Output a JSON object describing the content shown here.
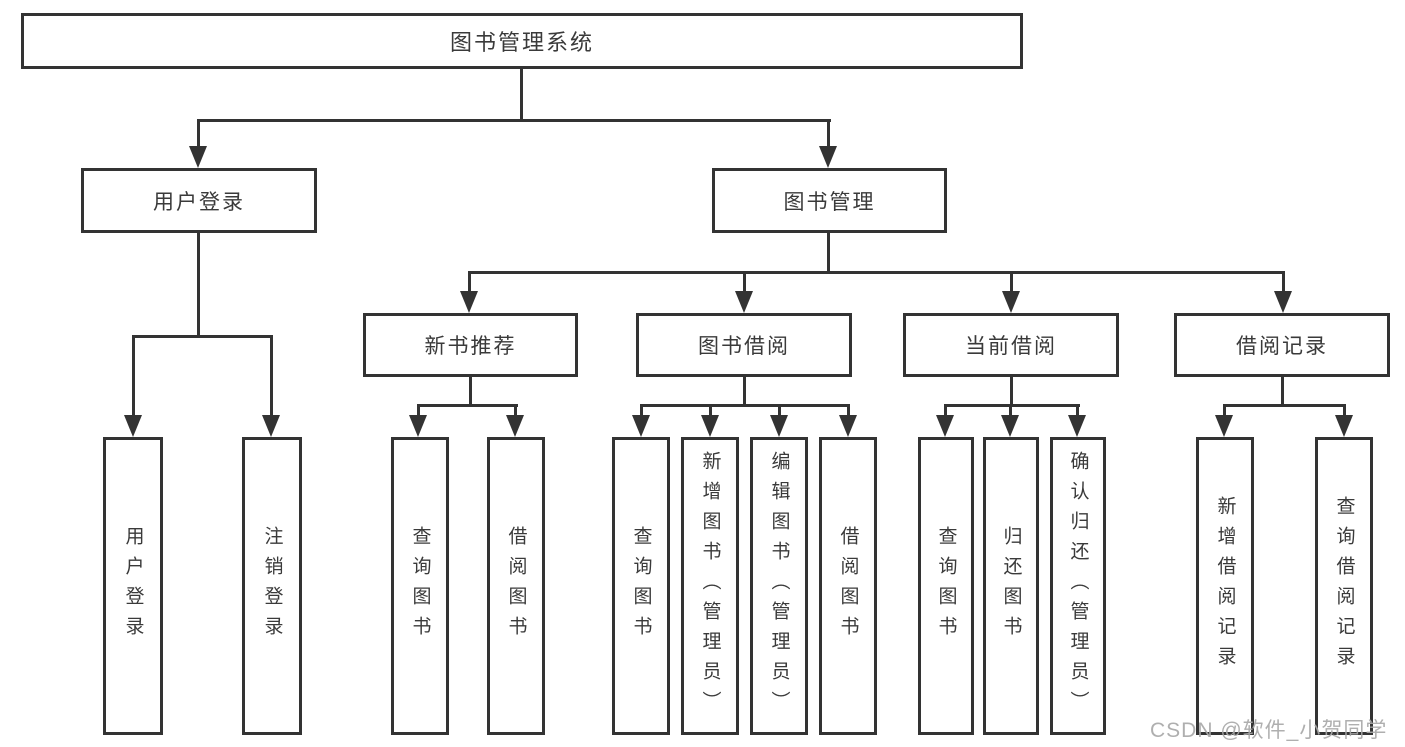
{
  "diagram": {
    "root": {
      "label": "图书管理系统"
    },
    "branches": [
      {
        "label": "用户登录",
        "children": [
          {
            "label": "用户登录"
          },
          {
            "label": "注销登录"
          }
        ]
      },
      {
        "label": "图书管理",
        "groups": [
          {
            "label": "新书推荐",
            "children": [
              {
                "label": "查询图书"
              },
              {
                "label": "借阅图书"
              }
            ]
          },
          {
            "label": "图书借阅",
            "children": [
              {
                "label": "查询图书"
              },
              {
                "label": "新增图书（管理员）"
              },
              {
                "label": "编辑图书（管理员）"
              },
              {
                "label": "借阅图书"
              }
            ]
          },
          {
            "label": "当前借阅",
            "children": [
              {
                "label": "查询图书"
              },
              {
                "label": "归还图书"
              },
              {
                "label": "确认归还（管理员）"
              }
            ]
          },
          {
            "label": "借阅记录",
            "children": [
              {
                "label": "新增借阅记录"
              },
              {
                "label": "查询借阅记录"
              }
            ]
          }
        ]
      }
    ]
  },
  "watermark": {
    "text": "CSDN @软件_小贺同学"
  },
  "colors": {
    "line": "#333333",
    "text": "#3a3a3a",
    "watermark": "#a8a8a8"
  }
}
